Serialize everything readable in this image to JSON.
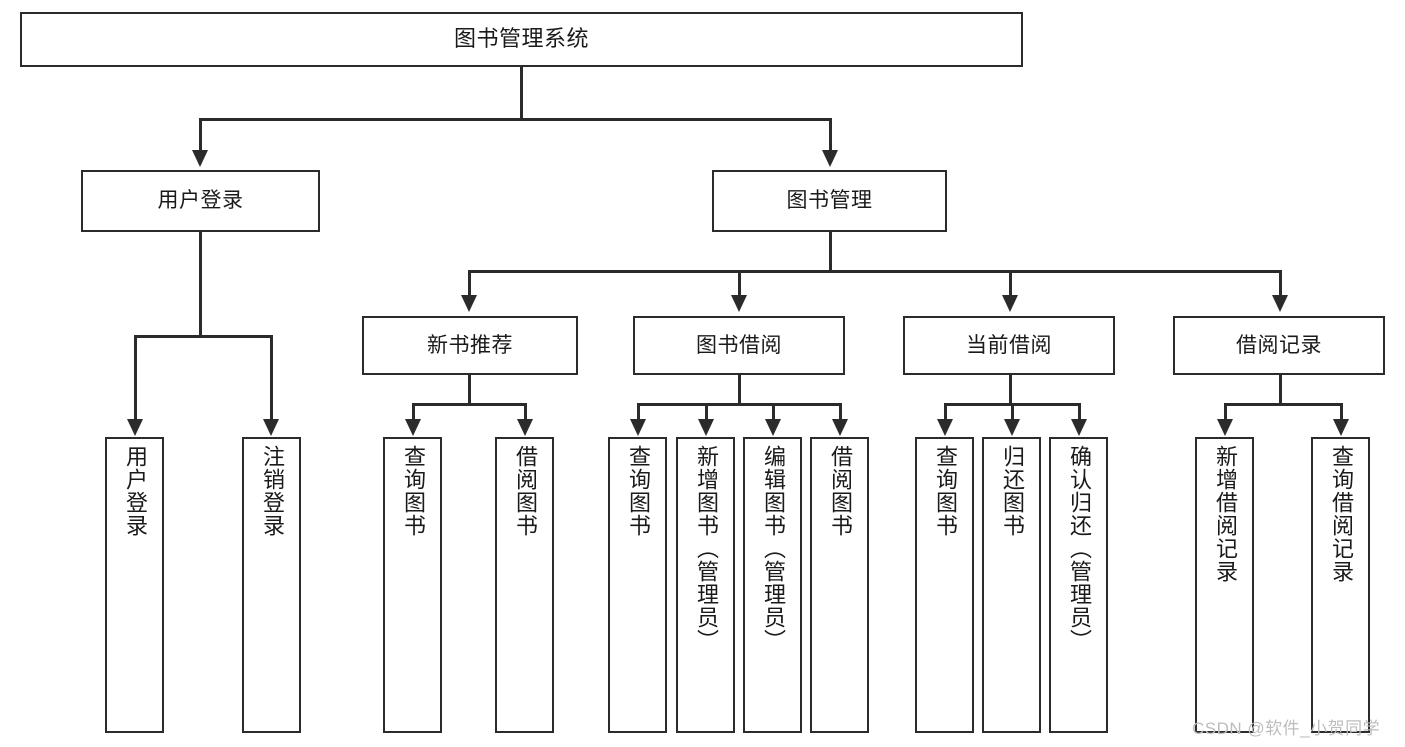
{
  "diagram": {
    "title": "图书管理系统",
    "type": "tree",
    "root": {
      "id": "root",
      "label": "图书管理系统"
    },
    "level1": [
      {
        "id": "user-login",
        "label": "用户登录"
      },
      {
        "id": "book-manage",
        "label": "图书管理"
      }
    ],
    "level2": [
      {
        "id": "new-book-rec",
        "label": "新书推荐",
        "parent": "book-manage"
      },
      {
        "id": "book-borrow",
        "label": "图书借阅",
        "parent": "book-manage"
      },
      {
        "id": "current-borrow",
        "label": "当前借阅",
        "parent": "book-manage"
      },
      {
        "id": "borrow-record",
        "label": "借阅记录",
        "parent": "book-manage"
      }
    ],
    "leaves": {
      "user_login": [
        {
          "id": "leaf-user-login",
          "label": "用户登录"
        },
        {
          "id": "leaf-logout",
          "label": "注销登录"
        }
      ],
      "new_book_rec": [
        {
          "id": "leaf-query-book-1",
          "label": "查询图书"
        },
        {
          "id": "leaf-borrow-book-1",
          "label": "借阅图书"
        }
      ],
      "book_borrow": [
        {
          "id": "leaf-query-book-2",
          "label": "查询图书"
        },
        {
          "id": "leaf-add-book",
          "label": "新增图书（管理员）"
        },
        {
          "id": "leaf-edit-book",
          "label": "编辑图书（管理员）"
        },
        {
          "id": "leaf-borrow-book-2",
          "label": "借阅图书"
        }
      ],
      "current_borrow": [
        {
          "id": "leaf-query-book-3",
          "label": "查询图书"
        },
        {
          "id": "leaf-return-book",
          "label": "归还图书"
        },
        {
          "id": "leaf-confirm-return",
          "label": "确认归还（管理员）"
        }
      ],
      "borrow_record": [
        {
          "id": "leaf-add-record",
          "label": "新增借阅记录"
        },
        {
          "id": "leaf-query-record",
          "label": "查询借阅记录"
        }
      ]
    }
  },
  "watermark": {
    "text": "CSDN @软件_小贺同学",
    "color": "#bdbdbd"
  },
  "style": {
    "line_color": "#2b2b2b",
    "box_fill": "#ffffff",
    "text_color": "#1a1a1a",
    "background": "#ffffff"
  }
}
